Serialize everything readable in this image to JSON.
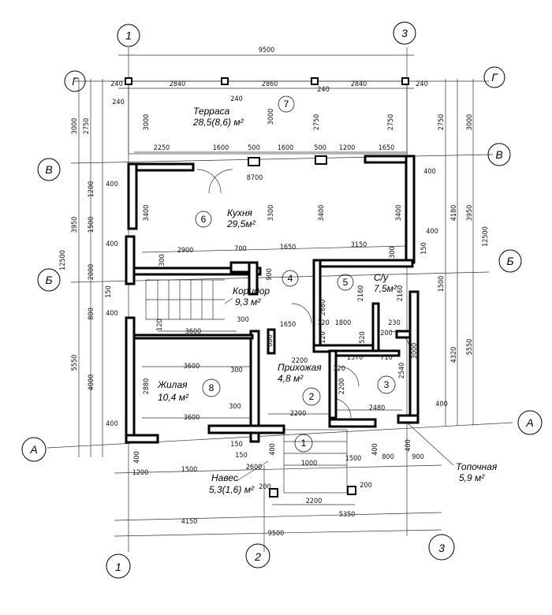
{
  "axes": {
    "top_1": "1",
    "top_3": "3",
    "bottom_1": "1",
    "bottom_2": "2",
    "bottom_3": "3",
    "left_G": "Г",
    "left_V": "В",
    "left_B": "Б",
    "left_A": "А",
    "right_G": "Г",
    "right_V": "В",
    "right_B": "Б",
    "right_A": "А"
  },
  "rooms": {
    "terrace": {
      "num": "7",
      "name": "Терраса",
      "area": "28,5(8,6) м²"
    },
    "kitchen": {
      "num": "6",
      "name": "Кухня",
      "area": "29,5м²"
    },
    "corridor": {
      "num": "4",
      "name": "Коридор",
      "area": "9,3 м²"
    },
    "wc": {
      "num": "5",
      "name": "С/у",
      "area": "7,5м²"
    },
    "living": {
      "num": "8",
      "name": "Жилая",
      "area": "10,4 м²"
    },
    "hall": {
      "num": "2",
      "name": "Прихожая",
      "area": "4,8 м²"
    },
    "furnace": {
      "num": "3",
      "name": "Топочная",
      "area": "5,9 м²"
    },
    "canopy": {
      "num": "1",
      "name": "Навес",
      "area": "5,3(1,6) м²"
    }
  },
  "dims": {
    "top_total": "9500",
    "bottom_total": "9500",
    "bottom_4150": "4150",
    "bottom_5350": "5350",
    "t2840a": "2840",
    "t2860": "2860",
    "t2840b": "2840",
    "t240a": "240",
    "t240b": "240",
    "t240c": "240",
    "t240d": "240",
    "t240e": "240",
    "v2250": "2250",
    "v1600a": "1600",
    "v500a": "500",
    "v1600b": "1600",
    "v500b": "500",
    "v1200": "1200",
    "v1650": "1650",
    "v8700": "8700",
    "k2900": "2900",
    "k700": "700",
    "k1650": "1650",
    "k3150": "3150",
    "c3600a": "3600",
    "c1650": "1650",
    "c1800": "1800",
    "c230": "230",
    "l3600": "3600",
    "l3600b": "3600",
    "h2200a": "2200",
    "h2200b": "2200",
    "h1370": "1370",
    "h710": "710",
    "h2480": "2480",
    "b1200": "1200",
    "b1500": "1500",
    "b2600": "2600",
    "b1000": "1000",
    "b1500b": "1500",
    "b800": "800",
    "b900": "900",
    "b2200": "2200",
    "b150a": "150",
    "b150b": "150",
    "b400a": "400",
    "b400b": "400",
    "b400c": "400",
    "b400d": "400",
    "b200a": "200",
    "b200b": "200",
    "L3000": "3000",
    "L2750": "2750",
    "L3950": "3950",
    "L12500": "12500",
    "L5550": "5550",
    "L1200": "1200",
    "L1500": "1500",
    "L2000": "2000",
    "L800": "800",
    "L150": "150",
    "L4000": "4000",
    "R2750": "2750",
    "R3000": "3000",
    "R4180": "4180",
    "R3950": "3950",
    "R12500": "12500",
    "R1500": "1500",
    "R4320": "4320",
    "R5550": "5550",
    "w400a": "400",
    "w400b": "400",
    "w400c": "400",
    "w400d": "400",
    "w400e": "400",
    "w400f": "400",
    "w400g": "400",
    "i3400a": "3400",
    "i3300": "3300",
    "i3400b": "3400",
    "i3400c": "3400",
    "i3000a": "3000",
    "i3000b": "3000",
    "i2750a": "2750",
    "i2750b": "2750",
    "i2880": "2880",
    "i2200": "2200",
    "i2540": "2540",
    "i3000c": "3000",
    "i2680": "2680",
    "i2160a": "2160",
    "i2160b": "2160",
    "i300a": "300",
    "i300b": "300",
    "i300c": "300",
    "i300d": "300",
    "i300e": "300",
    "i120a": "120",
    "i120b": "120",
    "i120c": "120",
    "i120d": "120",
    "i520": "520",
    "i680": "680",
    "i900": "900",
    "i150": "150",
    "i200": "200"
  }
}
